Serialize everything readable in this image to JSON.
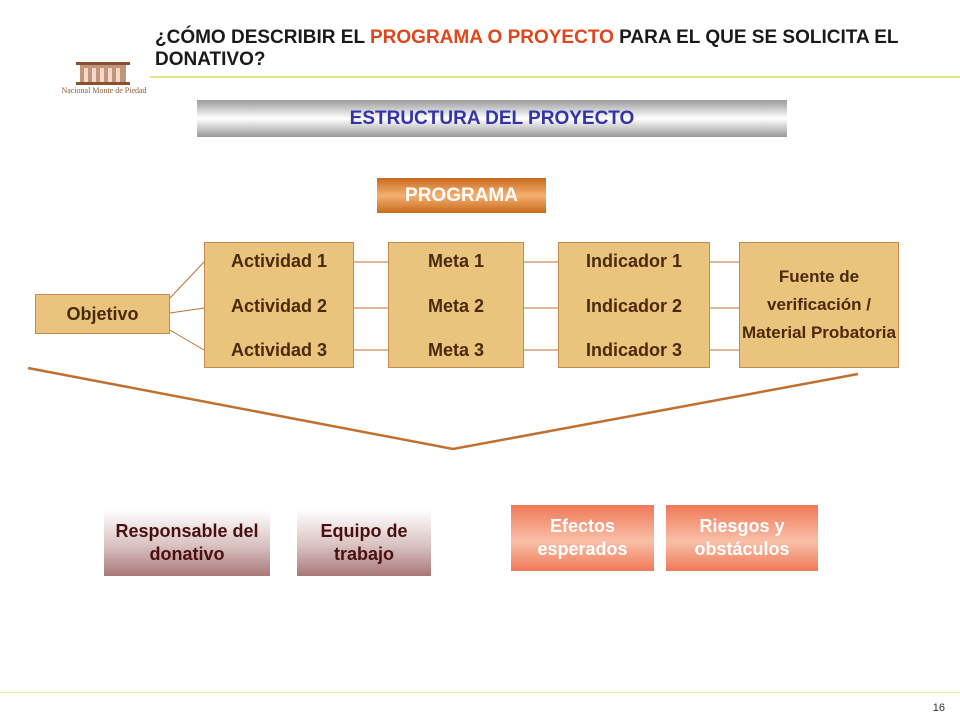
{
  "header": {
    "title_part1": "¿CÓMO DESCRIBIR EL ",
    "title_highlight": "PROGRAMA O PROYECTO",
    "title_part2": " PARA EL QUE SE SOLICITA EL DONATIVO?",
    "logo_text": "Nacional Monte de Piedad"
  },
  "banner": {
    "label": "ESTRUCTURA DEL PROYECTO"
  },
  "programa": {
    "label": "PROGRAMA"
  },
  "objetivo": {
    "label": "Objetivo"
  },
  "actividades": [
    "Actividad 1",
    "Actividad 2",
    "Actividad 3"
  ],
  "metas": [
    "Meta 1",
    "Meta 2",
    "Meta 3"
  ],
  "indicadores": [
    "Indicador 1",
    "Indicador 2",
    "Indicador 3"
  ],
  "fuente": {
    "label": "Fuente de verificación / Material Probatoria"
  },
  "bottom_boxes": {
    "responsable": "Responsable del donativo",
    "equipo": "Equipo de trabajo",
    "efectos": "Efectos esperados",
    "riesgos": "Riesgos y obstáculos"
  },
  "footer": {
    "page_number": "16"
  },
  "colors": {
    "accent": "#e0461c",
    "banner_text": "#3333aa",
    "box_fill": "#eac47c",
    "connector": "#c07030"
  }
}
